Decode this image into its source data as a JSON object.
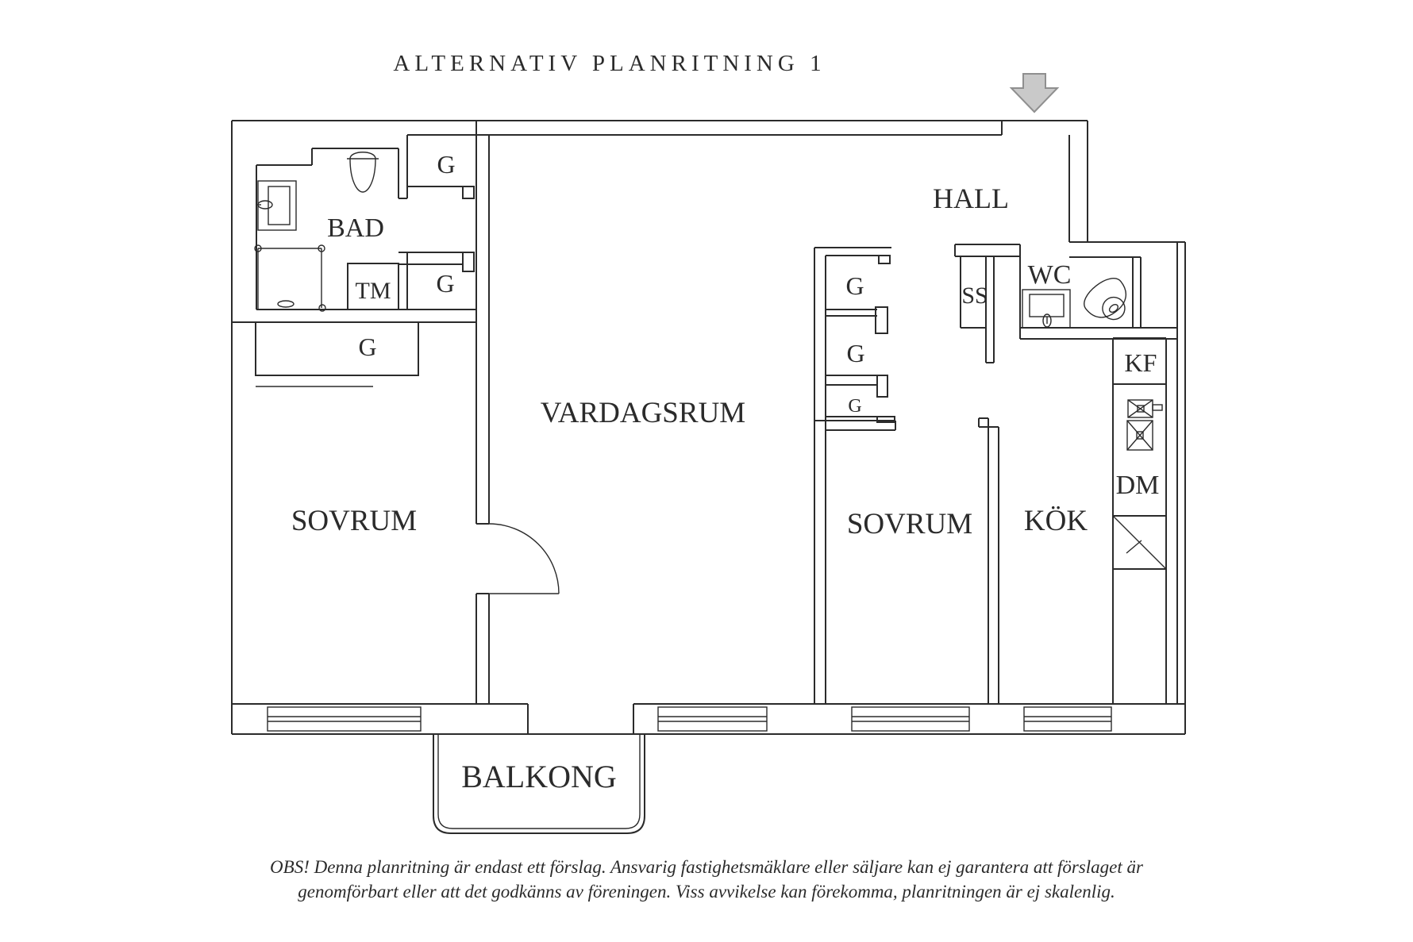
{
  "title": "ALTERNATIV PLANRITNING 1",
  "rooms": {
    "bad": "BAD",
    "hall": "HALL",
    "vardagsrum": "VARDAGSRUM",
    "sovrum_left": "SOVRUM",
    "sovrum_right": "SOVRUM",
    "kok": "KÖK",
    "wc": "WC",
    "balkong": "BALKONG"
  },
  "closets": {
    "g1": "G",
    "g2": "G",
    "g_wardrobe": "G",
    "g3": "G",
    "g4": "G",
    "g5": "G"
  },
  "appliances": {
    "tm": "TM",
    "ss": "SS",
    "kf": "KF",
    "dm": "DM"
  },
  "disclaimer": {
    "line1": "OBS! Denna planritning är endast ett förslag. Ansvarig fastighetsmäklare eller säljare kan ej garantera att förslaget är",
    "line2": "genomförbart eller att det godkänns av föreningen. Viss avvikelse kan förekomma, planritningen är ej skalenlig."
  },
  "colors": {
    "line": "#2b2b2b",
    "arrow_fill": "#c9c9c9",
    "arrow_stroke": "#8f8f8f",
    "background": "#ffffff"
  }
}
